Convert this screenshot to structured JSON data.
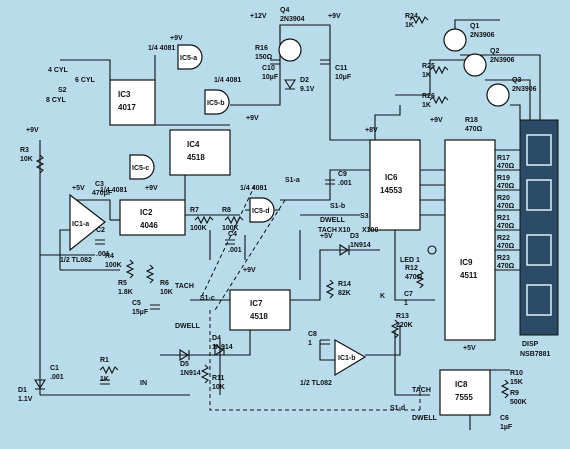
{
  "ic": {
    "ic3": {
      "name": "IC3",
      "part": "4017"
    },
    "ic4": {
      "name": "IC4",
      "part": "4518"
    },
    "ic2": {
      "name": "IC2",
      "part": "4046"
    },
    "ic6": {
      "name": "IC6",
      "part": "14553"
    },
    "ic9": {
      "name": "IC9",
      "part": "4511"
    },
    "ic7": {
      "name": "IC7",
      "part": "4518"
    },
    "ic8": {
      "name": "IC8",
      "part": "7555"
    },
    "ic1a": {
      "name": "IC1-a",
      "part": "1/2 TL082"
    },
    "ic1b": {
      "name": "IC1-b",
      "part": "1/2 TL082"
    },
    "ic5a": "IC5-a",
    "ic5b": "IC5-b",
    "ic5c": "IC5-c",
    "ic5d": "IC5-d",
    "gate_4081_a": "1/4 4081",
    "gate_4081_b": "1/4 4081",
    "gate_4081_c": "1/4 4081",
    "gate_4081_d": "1/4 4081"
  },
  "transistors": {
    "q4": {
      "name": "Q4",
      "part": "2N3904"
    },
    "q1": {
      "name": "Q1",
      "part": "2N3906"
    },
    "q2": {
      "name": "Q2",
      "part": "2N3906"
    },
    "q3": {
      "name": "Q3",
      "part": "2N3906"
    }
  },
  "diodes": {
    "d1": {
      "name": "D1",
      "value": "1.1V"
    },
    "d2": {
      "name": "D2",
      "value": "9.1V"
    },
    "d3": {
      "name": "D3",
      "value": "1N914"
    },
    "d4": {
      "name": "D4",
      "value": "1N914"
    },
    "d5": {
      "name": "D5",
      "value": "1N914"
    },
    "led1": "LED 1"
  },
  "resistors": {
    "r1": {
      "name": "R1",
      "value": "1K"
    },
    "r3": {
      "name": "R3",
      "value": "10K"
    },
    "r4": {
      "name": "R4",
      "value": "100K"
    },
    "r5": {
      "name": "R5",
      "value": "1.8K"
    },
    "r6": {
      "name": "R6",
      "value": "10K"
    },
    "r7": {
      "name": "R7",
      "value": "100K"
    },
    "r8": {
      "name": "R8",
      "value": "100K"
    },
    "r9": {
      "name": "R9",
      "value": "500K"
    },
    "r10": {
      "name": "R10",
      "value": "15K"
    },
    "r11": {
      "name": "R11",
      "value": "10K"
    },
    "r12": {
      "name": "R12",
      "value": "470Ω"
    },
    "r13": {
      "name": "R13",
      "value": "220K"
    },
    "r14": {
      "name": "R14",
      "value": "82K"
    },
    "r16": {
      "name": "R16",
      "value": "150Ω"
    },
    "r17": {
      "name": "R17",
      "value": "470Ω"
    },
    "r18": {
      "name": "R18",
      "value": "470Ω"
    },
    "r19": {
      "name": "R19",
      "value": "470Ω"
    },
    "r20": {
      "name": "R20",
      "value": "470Ω"
    },
    "r21": {
      "name": "R21",
      "value": "470Ω"
    },
    "r22": {
      "name": "R22",
      "value": "470Ω"
    },
    "r23": {
      "name": "R23",
      "value": "470Ω"
    },
    "r24": {
      "name": "R24",
      "value": "1K"
    },
    "r25": {
      "name": "R25",
      "value": "1K"
    },
    "r26": {
      "name": "R26",
      "value": "1K"
    }
  },
  "capacitors": {
    "c1": {
      "name": "C1",
      "value": ".001"
    },
    "c2": {
      "name": "C2",
      "value": ".001"
    },
    "c3": {
      "name": "C3",
      "value": "470pF"
    },
    "c4": {
      "name": "C4",
      "value": ".001"
    },
    "c5": {
      "name": "C5",
      "value": "15µF"
    },
    "c6": {
      "name": "C6",
      "value": "1µF"
    },
    "c7": {
      "name": "C7",
      "value": "1"
    },
    "c8": {
      "name": "C8",
      "value": "1"
    },
    "c9": {
      "name": "C9",
      "value": ".001"
    },
    "c10": {
      "name": "C10",
      "value": "10µF"
    },
    "c11": {
      "name": "C11",
      "value": "10µF"
    }
  },
  "supply": {
    "p12": "+12V",
    "p9": "+9V",
    "p5": "+5V",
    "p8": "+8V"
  },
  "switch": {
    "s2": "S2",
    "cyl4": "4 CYL",
    "cyl6": "6 CYL",
    "cyl8": "8 CYL",
    "s1a": "S1-a",
    "s1b": "S1-b",
    "s1c": "S1-c",
    "s1d": "S1-d",
    "s3": "S3",
    "dwell": "DWELL",
    "tach": "TACH",
    "x10": "X10",
    "x100": "X100"
  },
  "misc": {
    "input": "IN",
    "display": "DISP",
    "display_part": "NSB7881",
    "k": "K"
  }
}
